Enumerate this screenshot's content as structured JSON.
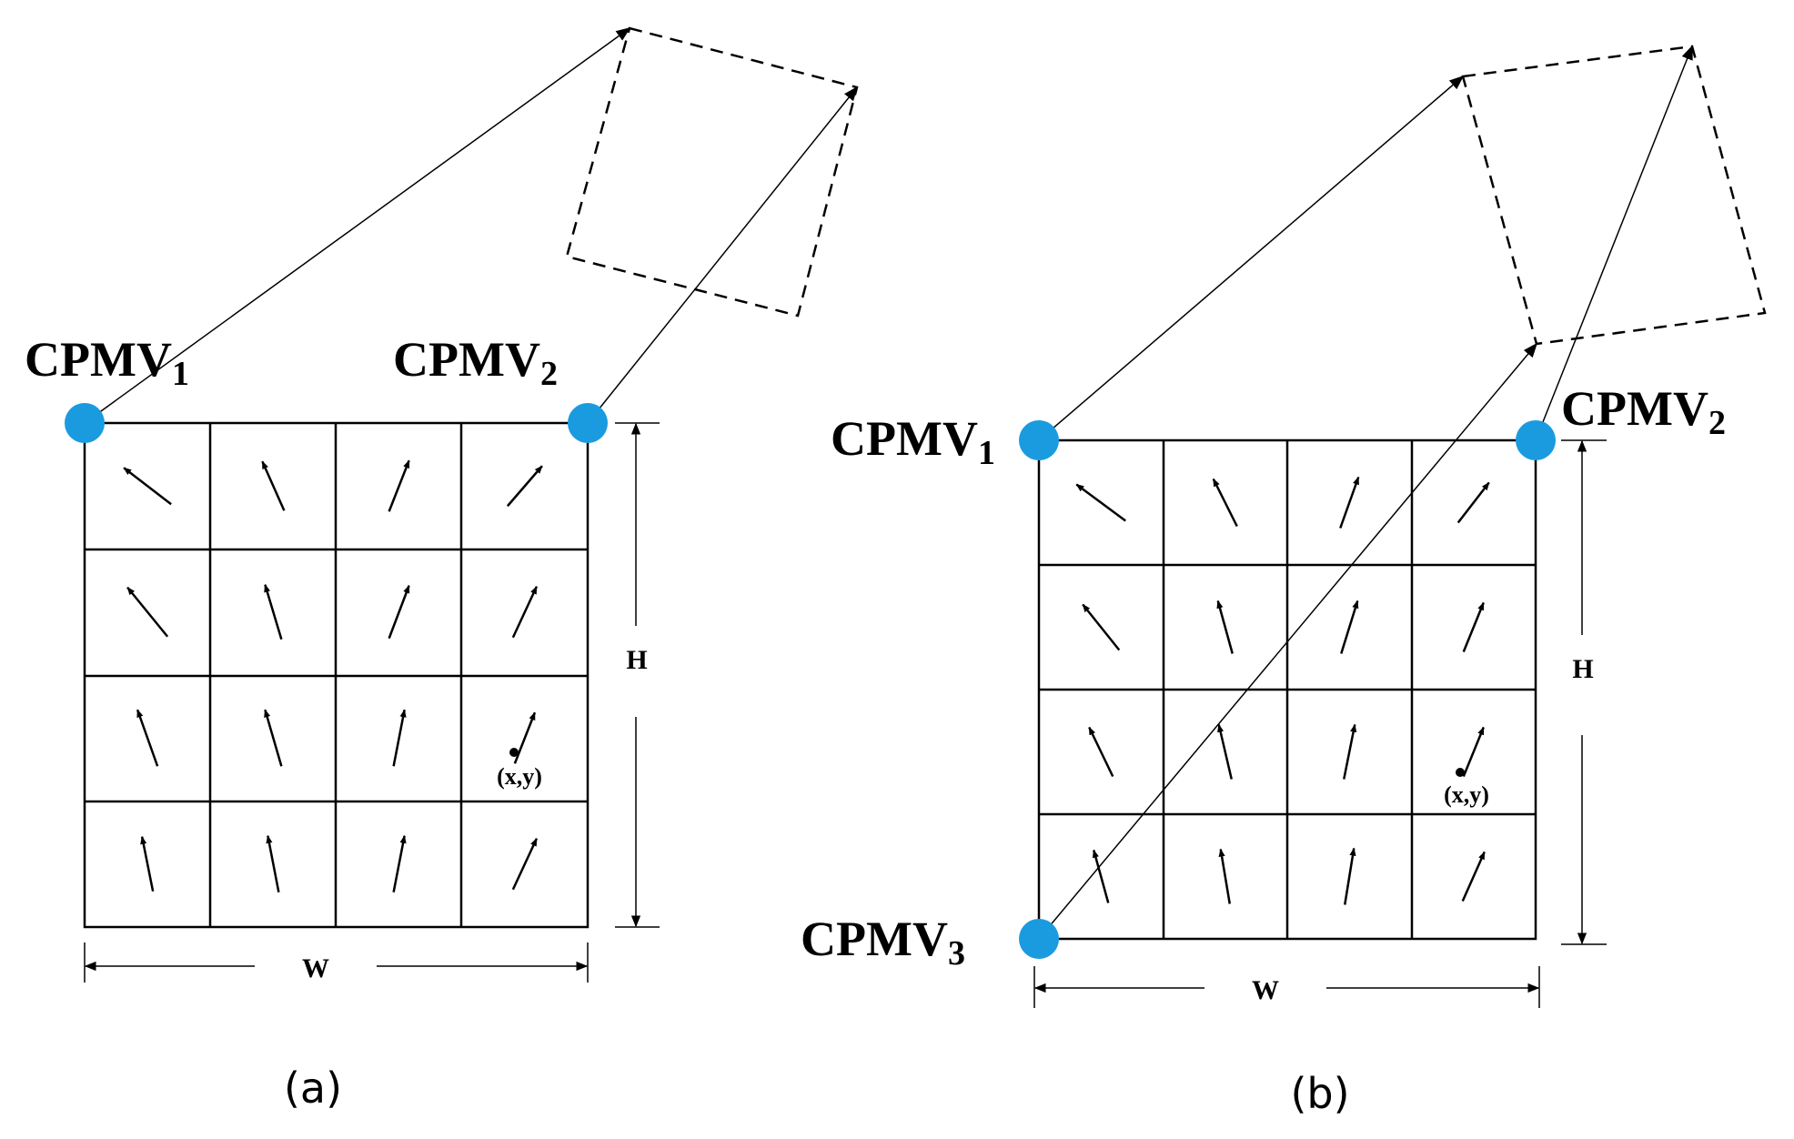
{
  "colors": {
    "line": "#000000",
    "control_point": "#1a9be0",
    "background": "#ffffff"
  },
  "panel_a": {
    "caption": "(a)",
    "cpmv1": {
      "base": "CPMV",
      "sub": "1"
    },
    "cpmv2": {
      "base": "CPMV",
      "sub": "2"
    },
    "width_label": "W",
    "height_label": "H",
    "point_label": "(x,y)"
  },
  "panel_b": {
    "caption": "(b)",
    "cpmv1": {
      "base": "CPMV",
      "sub": "1"
    },
    "cpmv2": {
      "base": "CPMV",
      "sub": "2"
    },
    "cpmv3": {
      "base": "CPMV",
      "sub": "3"
    },
    "width_label": "W",
    "height_label": "H",
    "point_label": "(x,y)"
  }
}
